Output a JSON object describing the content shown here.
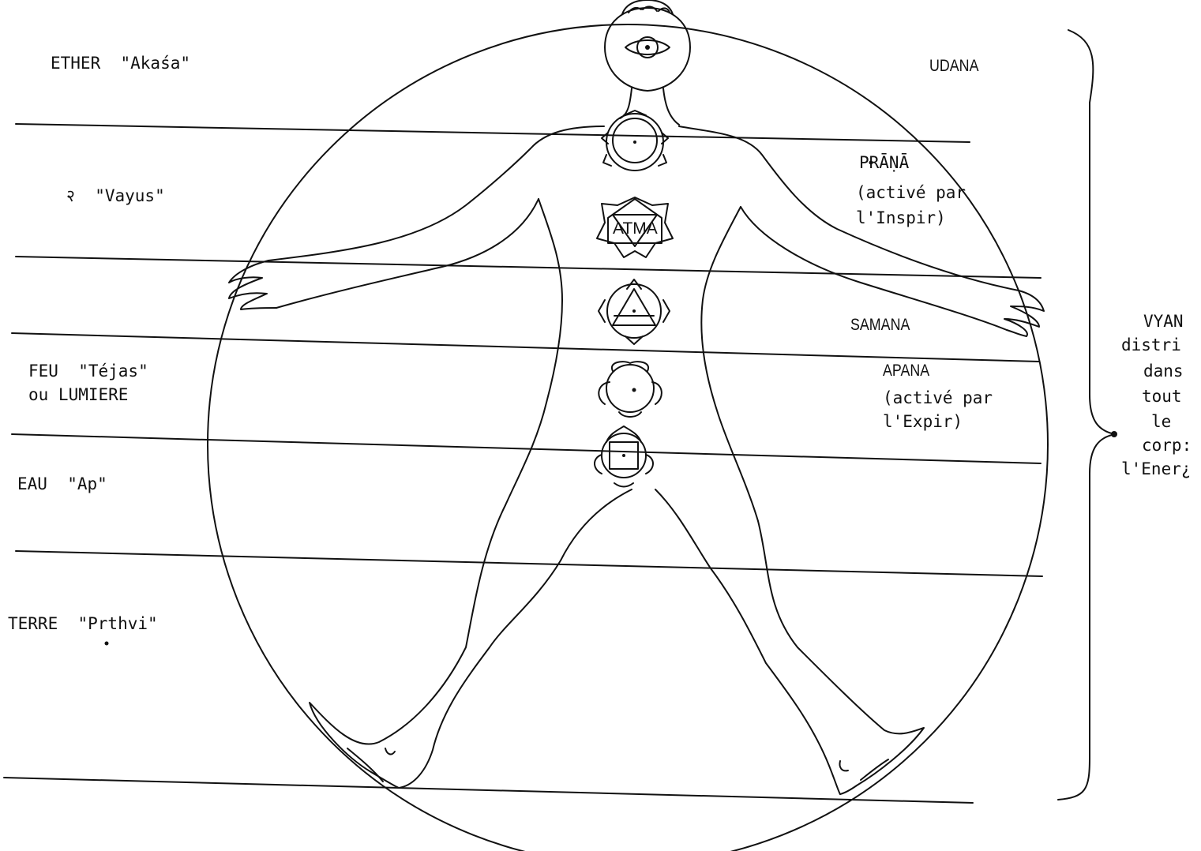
{
  "elements": {
    "ether": "ETHER  \"Akaśa\"",
    "air": "२  \"Vayus\"",
    "fire_line1": "FEU  \"Téjas\"",
    "fire_line2": "ou LUMIERE",
    "water": "EAU  \"Ap\"",
    "earth": "TERRE  \"Prthvi\""
  },
  "vital_airs": {
    "udana": "UDANA",
    "prana": "PRĀṆĀ",
    "prana_note_line1": "(activé par",
    "prana_note_line2": "l'Inspir)",
    "samana": "SAMANA",
    "apana": "APANA",
    "apana_note_line1": "(activé par",
    "apana_note_line2": "l'Expir)"
  },
  "vyana": {
    "lines": [
      "VYAN",
      "distri",
      "dans",
      "tout",
      "le",
      "corp:",
      "l'Ener¿"
    ]
  },
  "center": {
    "atma": "ATMA"
  }
}
